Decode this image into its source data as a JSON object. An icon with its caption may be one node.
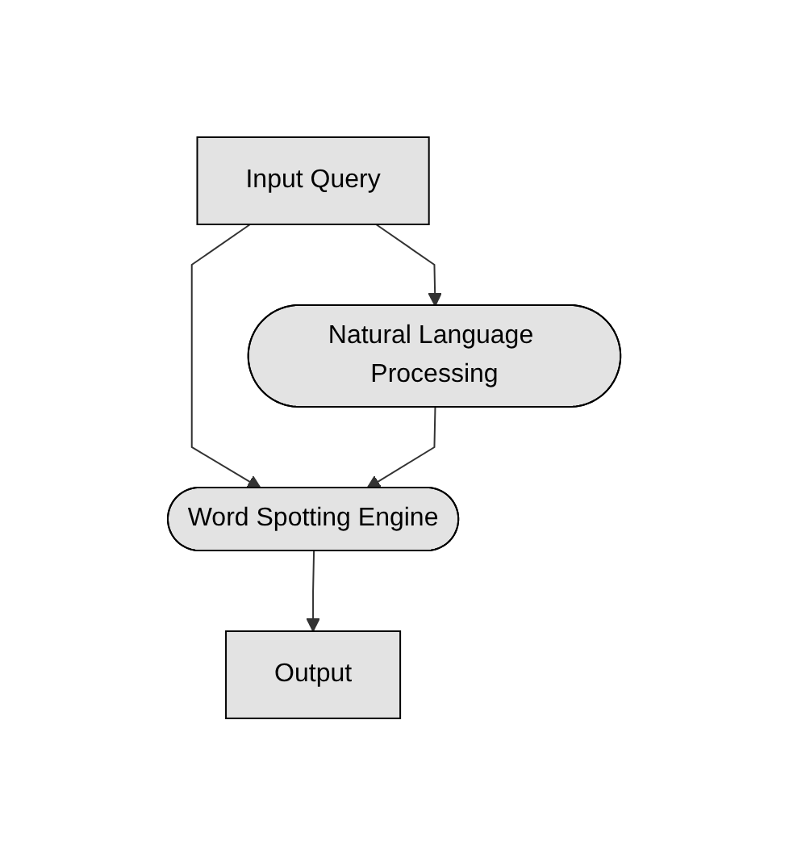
{
  "diagram": {
    "nodes": [
      {
        "text": [
          "Input Query"
        ]
      },
      {
        "text": [
          "Natural Language Processing"
        ]
      },
      {
        "text": [
          "Word Spotting Engine"
        ]
      },
      {
        "text": [
          "Output"
        ]
      }
    ],
    "edges": [
      {
        "from": 0,
        "to": 1,
        "arrow": "to"
      },
      {
        "from": 0,
        "to": 2,
        "arrow": "to"
      },
      {
        "from": 1,
        "to": 2,
        "arrow": "to"
      },
      {
        "from": 2,
        "to": 3,
        "arrow": "to"
      }
    ]
  }
}
